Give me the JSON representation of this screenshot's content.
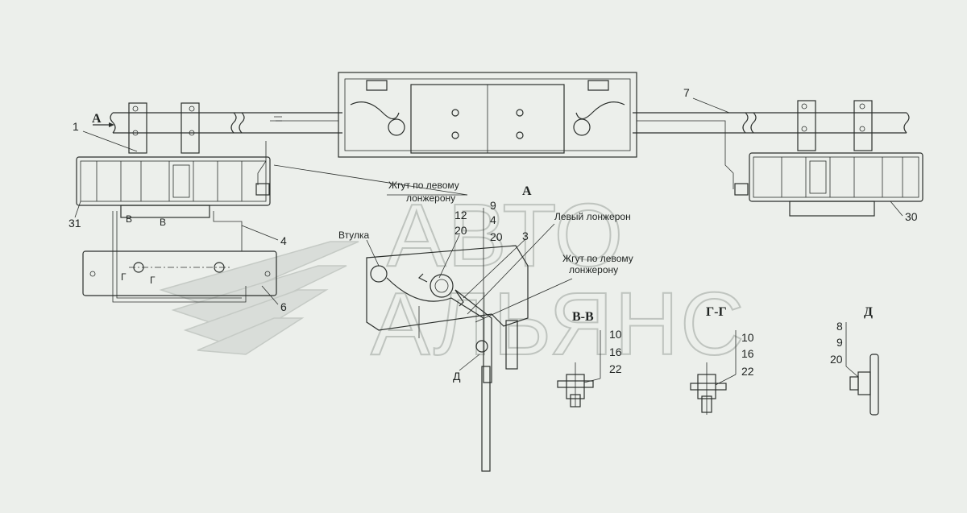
{
  "watermark": {
    "line1": "АВТО",
    "line2": "АЛЬЯНС"
  },
  "labels": {
    "view_a_top": "А",
    "view_a": "А",
    "section_vv": "В-В",
    "section_gg": "Г-Г",
    "view_d": "Д",
    "view_d_ref": "Д",
    "bushing": "Втулка",
    "harness_left_1_line1": "Жгут по левому",
    "harness_left_1_line2": "лонжерону",
    "harness_left_2_line1": "Жгут по левому",
    "harness_left_2_line2": "лонжерону",
    "left_member": "Левый лонжерон",
    "mark_v_left": "В",
    "mark_v_right": "В",
    "mark_g_left": "Г",
    "mark_g_right": "Г"
  },
  "callouts": {
    "n1": "1",
    "n4": "4",
    "n6": "6",
    "n7": "7",
    "n30": "30",
    "n31": "31",
    "a_n9": "9",
    "a_n4": "4",
    "a_n20b": "20",
    "a_n12": "12",
    "a_n20": "20",
    "a_n3": "3",
    "vv_n10": "10",
    "vv_n16": "16",
    "vv_n22": "22",
    "gg_n10": "10",
    "gg_n16": "16",
    "gg_n22": "22",
    "d_n8": "8",
    "d_n9": "9",
    "d_n20": "20"
  }
}
